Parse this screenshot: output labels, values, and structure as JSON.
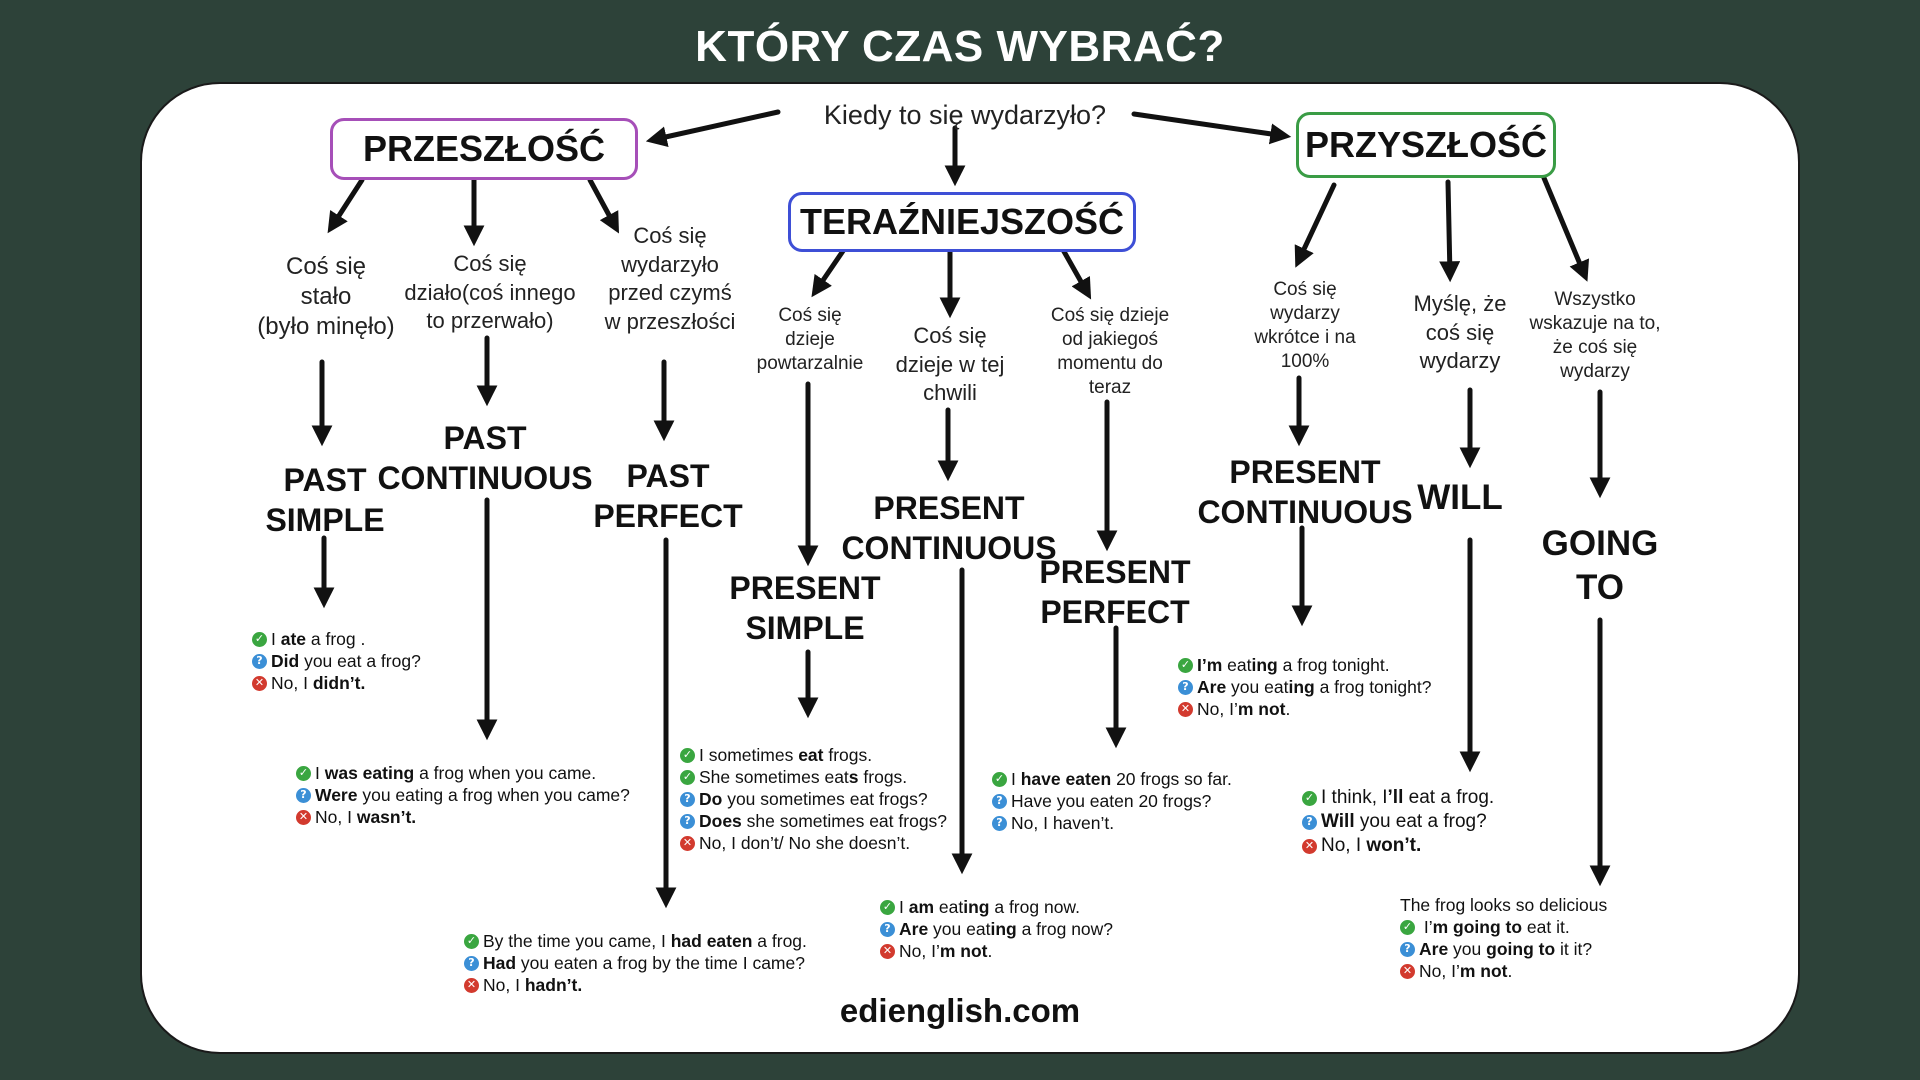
{
  "title": "KTÓRY CZAS WYBRAĆ?",
  "root_question": "Kiedy to się wydarzyło?",
  "headers": {
    "past": "PRZESZŁOŚĆ",
    "present": "TERAŹNIEJSZOŚĆ",
    "future": "PRZYSZŁOŚĆ"
  },
  "colors": {
    "past": "#a64fb8",
    "present": "#3e4fd6",
    "future": "#3a9c45",
    "background": "#2d4239"
  },
  "questions": {
    "past_simple": [
      "Coś się",
      "stało",
      "(było minęło)"
    ],
    "past_continuous": [
      "Coś się",
      "działo(coś innego",
      "to przerwało)"
    ],
    "past_perfect": [
      "Coś się",
      "wydarzyło",
      "przed czymś",
      "w przeszłości"
    ],
    "present_simple": [
      "Coś się",
      "dzieje",
      "powtarzalnie"
    ],
    "present_continuous": [
      "Coś się",
      "dzieje w tej",
      "chwili"
    ],
    "present_perfect": [
      "Coś się dzieje",
      "od jakiegoś",
      "momentu do",
      "teraz"
    ],
    "future_pc": [
      "Coś się",
      "wydarzy",
      "wkrótce i na",
      "100%"
    ],
    "future_will": [
      "Myślę, że",
      "coś się",
      "wydarzy"
    ],
    "future_going": [
      "Wszystko",
      "wskazuje na to,",
      "że coś się",
      "wydarzy"
    ]
  },
  "tenses": {
    "past_simple": [
      "PAST",
      "SIMPLE"
    ],
    "past_continuous": [
      "PAST",
      "CONTINUOUS"
    ],
    "past_perfect": [
      "PAST",
      "PERFECT"
    ],
    "present_simple": [
      "PRESENT",
      "SIMPLE"
    ],
    "present_continuous": [
      "PRESENT",
      "CONTINUOUS"
    ],
    "present_perfect": [
      "PRESENT",
      "PERFECT"
    ],
    "future_pc": [
      "PRESENT",
      "CONTINUOUS"
    ],
    "future_will": [
      "WILL"
    ],
    "future_going": [
      "GOING",
      "TO"
    ]
  },
  "examples": {
    "past_simple": [
      {
        "icon": "check-icon",
        "parts": [
          [
            "I ",
            false
          ],
          [
            "ate",
            true
          ],
          [
            " a frog .",
            false
          ]
        ]
      },
      {
        "icon": "question-icon",
        "parts": [
          [
            "Did",
            true
          ],
          [
            " you eat a frog?",
            false
          ]
        ]
      },
      {
        "icon": "cross-icon",
        "parts": [
          [
            "No, I ",
            false
          ],
          [
            "didn’t.",
            true
          ]
        ]
      }
    ],
    "past_continuous": [
      {
        "icon": "check-icon",
        "parts": [
          [
            "I ",
            false
          ],
          [
            "was eating",
            true
          ],
          [
            " a frog when you came.",
            false
          ]
        ]
      },
      {
        "icon": "question-icon",
        "parts": [
          [
            "Were",
            true
          ],
          [
            " you eating a frog when you came?",
            false
          ]
        ]
      },
      {
        "icon": "cross-icon",
        "parts": [
          [
            "No, I ",
            false
          ],
          [
            "wasn’t.",
            true
          ]
        ]
      }
    ],
    "past_perfect": [
      {
        "icon": "check-icon",
        "parts": [
          [
            "By the time you came, I ",
            false
          ],
          [
            "had eaten",
            true
          ],
          [
            " a frog.",
            false
          ]
        ]
      },
      {
        "icon": "question-icon",
        "parts": [
          [
            "Had",
            true
          ],
          [
            " you eaten a frog by the time I came?",
            false
          ]
        ]
      },
      {
        "icon": "cross-icon",
        "parts": [
          [
            "No, I ",
            false
          ],
          [
            "hadn’t.",
            true
          ]
        ]
      }
    ],
    "present_simple": [
      {
        "icon": "check-icon",
        "parts": [
          [
            "I sometimes ",
            false
          ],
          [
            "eat",
            true
          ],
          [
            " frogs.",
            false
          ]
        ]
      },
      {
        "icon": "check-icon",
        "parts": [
          [
            "She sometimes eat",
            false
          ],
          [
            "s",
            true
          ],
          [
            " frogs.",
            false
          ]
        ]
      },
      {
        "icon": "question-icon",
        "parts": [
          [
            "Do",
            true
          ],
          [
            " you sometimes eat frogs?",
            false
          ]
        ]
      },
      {
        "icon": "question-icon",
        "parts": [
          [
            "Does",
            true
          ],
          [
            " she sometimes eat frogs?",
            false
          ]
        ]
      },
      {
        "icon": "cross-icon",
        "parts": [
          [
            "No, I don’t/ No she doesn’t.",
            false
          ]
        ]
      }
    ],
    "present_continuous": [
      {
        "icon": "check-icon",
        "parts": [
          [
            "I ",
            false
          ],
          [
            "am",
            true
          ],
          [
            " eat",
            false
          ],
          [
            "ing",
            true
          ],
          [
            " a frog now.",
            false
          ]
        ]
      },
      {
        "icon": "question-icon",
        "parts": [
          [
            "Are",
            true
          ],
          [
            " you eat",
            false
          ],
          [
            "ing",
            true
          ],
          [
            " a frog now?",
            false
          ]
        ]
      },
      {
        "icon": "cross-icon",
        "parts": [
          [
            "No, I’",
            false
          ],
          [
            "m not",
            true
          ],
          [
            ".",
            false
          ]
        ]
      }
    ],
    "present_perfect": [
      {
        "icon": "check-icon",
        "parts": [
          [
            "I ",
            false
          ],
          [
            "have eaten",
            true
          ],
          [
            " 20 frogs so far.",
            false
          ]
        ]
      },
      {
        "icon": "question-icon",
        "parts": [
          [
            "Have you eaten 20 frogs?",
            false
          ]
        ]
      },
      {
        "icon": "question-icon",
        "parts": [
          [
            "No, I haven’t.",
            false
          ]
        ]
      }
    ],
    "future_pc": [
      {
        "icon": "check-icon",
        "parts": [
          [
            "I’m",
            true
          ],
          [
            " eat",
            false
          ],
          [
            "ing",
            true
          ],
          [
            " a frog tonight.",
            false
          ]
        ]
      },
      {
        "icon": "question-icon",
        "parts": [
          [
            "Are",
            true
          ],
          [
            " you eat",
            false
          ],
          [
            "ing",
            true
          ],
          [
            " a frog tonight?",
            false
          ]
        ]
      },
      {
        "icon": "cross-icon",
        "parts": [
          [
            "No, I’",
            false
          ],
          [
            "m not",
            true
          ],
          [
            ".",
            false
          ]
        ]
      }
    ],
    "future_will": [
      {
        "icon": "check-icon",
        "parts": [
          [
            "I think, I",
            false
          ],
          [
            "’ll",
            true
          ],
          [
            " eat a frog.",
            false
          ]
        ]
      },
      {
        "icon": "question-icon",
        "parts": [
          [
            "Will",
            true
          ],
          [
            " you eat a frog?",
            false
          ]
        ]
      },
      {
        "icon": "cross-icon",
        "parts": [
          [
            "No, I ",
            false
          ],
          [
            "won’t.",
            true
          ]
        ]
      }
    ],
    "future_going": [
      {
        "icon": "",
        "parts": [
          [
            "The frog looks so delicious",
            false
          ]
        ]
      },
      {
        "icon": "check-icon",
        "parts": [
          [
            " I’",
            false
          ],
          [
            "m going to",
            true
          ],
          [
            " eat it.",
            false
          ]
        ]
      },
      {
        "icon": "question-icon",
        "parts": [
          [
            "Are",
            true
          ],
          [
            " you ",
            false
          ],
          [
            "going to",
            true
          ],
          [
            " it it?",
            false
          ]
        ]
      },
      {
        "icon": "cross-icon",
        "parts": [
          [
            "No, I’",
            false
          ],
          [
            "m not",
            true
          ],
          [
            ".",
            false
          ]
        ]
      }
    ]
  },
  "footer": "edienglish.com"
}
